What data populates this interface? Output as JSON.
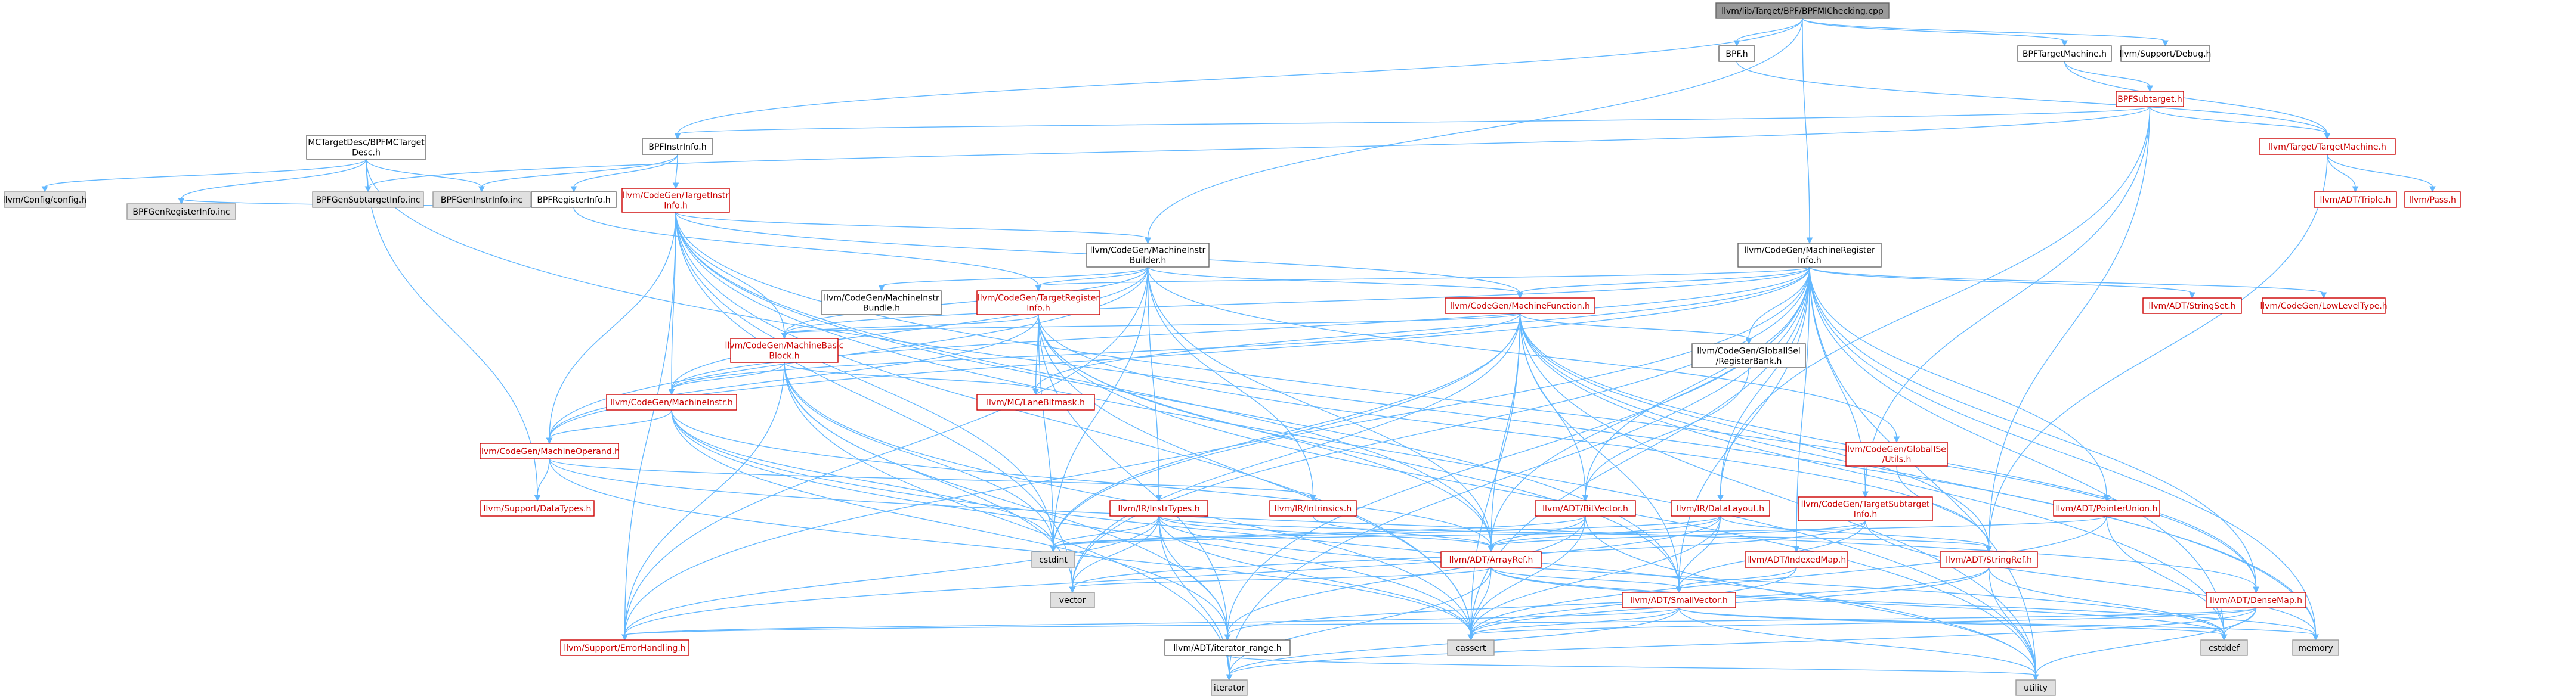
{
  "nodes": [
    {
      "id": "root",
      "label": [
        "llvm/lib/Target/BPF/BPFMIChecking.cpp"
      ],
      "style": "root"
    },
    {
      "id": "bpfh",
      "label": [
        "BPF.h"
      ],
      "style": "plain"
    },
    {
      "id": "bpftm",
      "label": [
        "BPFTargetMachine.h"
      ],
      "style": "plain"
    },
    {
      "id": "support_debug",
      "label": [
        "llvm/Support/Debug.h"
      ],
      "style": "plain"
    },
    {
      "id": "bpfsub",
      "label": [
        "BPFSubtarget.h"
      ],
      "style": "red"
    },
    {
      "id": "mcdesc",
      "label": [
        "MCTargetDesc/BPFMCTarget",
        "Desc.h"
      ],
      "style": "plain"
    },
    {
      "id": "instrinfo",
      "label": [
        "BPFInstrInfo.h"
      ],
      "style": "plain"
    },
    {
      "id": "target_tm",
      "label": [
        "llvm/Target/TargetMachine.h"
      ],
      "style": "red"
    },
    {
      "id": "config",
      "label": [
        "llvm/Config/config.h"
      ],
      "style": "grey"
    },
    {
      "id": "gensub",
      "label": [
        "BPFGenSubtargetInfo.inc"
      ],
      "style": "grey"
    },
    {
      "id": "geninstr",
      "label": [
        "BPFGenInstrInfo.inc"
      ],
      "style": "grey"
    },
    {
      "id": "reginfo",
      "label": [
        "BPFRegisterInfo.h"
      ],
      "style": "plain"
    },
    {
      "id": "tii",
      "label": [
        "llvm/CodeGen/TargetInstr",
        "Info.h"
      ],
      "style": "red"
    },
    {
      "id": "triple",
      "label": [
        "llvm/ADT/Triple.h"
      ],
      "style": "red"
    },
    {
      "id": "pass",
      "label": [
        "llvm/Pass.h"
      ],
      "style": "red"
    },
    {
      "id": "genreg",
      "label": [
        "BPFGenRegisterInfo.inc"
      ],
      "style": "grey"
    },
    {
      "id": "mib",
      "label": [
        "llvm/CodeGen/MachineInstr",
        "Builder.h"
      ],
      "style": "plain"
    },
    {
      "id": "mri",
      "label": [
        "llvm/CodeGen/MachineRegister",
        "Info.h"
      ],
      "style": "plain"
    },
    {
      "id": "mibundle",
      "label": [
        "llvm/CodeGen/MachineInstr",
        "Bundle.h"
      ],
      "style": "plain"
    },
    {
      "id": "tri",
      "label": [
        "llvm/CodeGen/TargetRegister",
        "Info.h"
      ],
      "style": "red"
    },
    {
      "id": "mf",
      "label": [
        "llvm/CodeGen/MachineFunction.h"
      ],
      "style": "red"
    },
    {
      "id": "stringset",
      "label": [
        "llvm/ADT/StringSet.h"
      ],
      "style": "red"
    },
    {
      "id": "llt",
      "label": [
        "llvm/CodeGen/LowLevelType.h"
      ],
      "style": "red"
    },
    {
      "id": "mbb",
      "label": [
        "llvm/CodeGen/MachineBasic",
        "Block.h"
      ],
      "style": "red"
    },
    {
      "id": "regbank",
      "label": [
        "llvm/CodeGen/GlobalISel",
        "/RegisterBank.h"
      ],
      "style": "plain"
    },
    {
      "id": "lanebitmask",
      "label": [
        "llvm/MC/LaneBitmask.h"
      ],
      "style": "red"
    },
    {
      "id": "mi",
      "label": [
        "llvm/CodeGen/MachineInstr.h"
      ],
      "style": "red"
    },
    {
      "id": "mo",
      "label": [
        "llvm/CodeGen/MachineOperand.h"
      ],
      "style": "red"
    },
    {
      "id": "giutils",
      "label": [
        "llvm/CodeGen/GlobalISel",
        "/Utils.h"
      ],
      "style": "red"
    },
    {
      "id": "datatypes",
      "label": [
        "llvm/Support/DataTypes.h"
      ],
      "style": "red"
    },
    {
      "id": "instrtypes",
      "label": [
        "llvm/IR/InstrTypes.h"
      ],
      "style": "red"
    },
    {
      "id": "intrinsics",
      "label": [
        "llvm/IR/Intrinsics.h"
      ],
      "style": "red"
    },
    {
      "id": "bitvector",
      "label": [
        "llvm/ADT/BitVector.h"
      ],
      "style": "red"
    },
    {
      "id": "datalayout",
      "label": [
        "llvm/IR/DataLayout.h"
      ],
      "style": "red"
    },
    {
      "id": "tsi",
      "label": [
        "llvm/CodeGen/TargetSubtarget",
        "Info.h"
      ],
      "style": "red"
    },
    {
      "id": "ptrunion",
      "label": [
        "llvm/ADT/PointerUnion.h"
      ],
      "style": "red"
    },
    {
      "id": "cstdint",
      "label": [
        "cstdint"
      ],
      "style": "grey"
    },
    {
      "id": "arrayref",
      "label": [
        "llvm/ADT/ArrayRef.h"
      ],
      "style": "red"
    },
    {
      "id": "indexedmap",
      "label": [
        "llvm/ADT/IndexedMap.h"
      ],
      "style": "red"
    },
    {
      "id": "stringref",
      "label": [
        "llvm/ADT/StringRef.h"
      ],
      "style": "red"
    },
    {
      "id": "vector",
      "label": [
        "vector"
      ],
      "style": "grey"
    },
    {
      "id": "smallvector",
      "label": [
        "llvm/ADT/SmallVector.h"
      ],
      "style": "red"
    },
    {
      "id": "densemap",
      "label": [
        "llvm/ADT/DenseMap.h"
      ],
      "style": "red"
    },
    {
      "id": "errorhandling",
      "label": [
        "llvm/Support/ErrorHandling.h"
      ],
      "style": "red"
    },
    {
      "id": "cassert",
      "label": [
        "cassert"
      ],
      "style": "grey"
    },
    {
      "id": "cstddef",
      "label": [
        "cstddef"
      ],
      "style": "grey"
    },
    {
      "id": "memory",
      "label": [
        "memory"
      ],
      "style": "grey"
    },
    {
      "id": "iterrange",
      "label": [
        "llvm/ADT/iterator_range.h"
      ],
      "style": "plain"
    },
    {
      "id": "iterator",
      "label": [
        "iterator"
      ],
      "style": "grey"
    },
    {
      "id": "utility",
      "label": [
        "utility"
      ],
      "style": "grey"
    }
  ],
  "edges": [
    [
      "root",
      "bpfh"
    ],
    [
      "root",
      "bpftm"
    ],
    [
      "root",
      "support_debug"
    ],
    [
      "root",
      "instrinfo"
    ],
    [
      "root",
      "mib"
    ],
    [
      "root",
      "mri"
    ],
    [
      "bpftm",
      "bpfsub"
    ],
    [
      "bpftm",
      "target_tm"
    ],
    [
      "bpfh",
      "target_tm"
    ],
    [
      "bpfsub",
      "instrinfo"
    ],
    [
      "bpfsub",
      "gensub"
    ],
    [
      "bpfsub",
      "tsi"
    ],
    [
      "bpfsub",
      "datalayout"
    ],
    [
      "bpfsub",
      "target_tm"
    ],
    [
      "bpfsub",
      "stringref"
    ],
    [
      "mcdesc",
      "config"
    ],
    [
      "mcdesc",
      "gensub"
    ],
    [
      "mcdesc",
      "geninstr"
    ],
    [
      "mcdesc",
      "genreg"
    ],
    [
      "mcdesc",
      "datatypes"
    ],
    [
      "mcdesc",
      "memory"
    ],
    [
      "instrinfo",
      "geninstr"
    ],
    [
      "instrinfo",
      "reginfo"
    ],
    [
      "instrinfo",
      "tii"
    ],
    [
      "target_tm",
      "triple"
    ],
    [
      "target_tm",
      "pass"
    ],
    [
      "target_tm",
      "stringref"
    ],
    [
      "reginfo",
      "genreg"
    ],
    [
      "reginfo",
      "tri"
    ],
    [
      "tii",
      "mib"
    ],
    [
      "tii",
      "mf"
    ],
    [
      "tii",
      "mbb"
    ],
    [
      "tii",
      "mi"
    ],
    [
      "tii",
      "mo"
    ],
    [
      "tii",
      "arrayref"
    ],
    [
      "tii",
      "densemap"
    ],
    [
      "tii",
      "cstdint"
    ],
    [
      "tii",
      "cassert"
    ],
    [
      "tii",
      "utility"
    ],
    [
      "tii",
      "errorhandling"
    ],
    [
      "tii",
      "vector"
    ],
    [
      "tii",
      "smallvector"
    ],
    [
      "mib",
      "mibundle"
    ],
    [
      "mib",
      "tri"
    ],
    [
      "mib",
      "mf"
    ],
    [
      "mib",
      "mbb"
    ],
    [
      "mib",
      "mi"
    ],
    [
      "mib",
      "mo"
    ],
    [
      "mib",
      "instrtypes"
    ],
    [
      "mib",
      "intrinsics"
    ],
    [
      "mib",
      "arrayref"
    ],
    [
      "mib",
      "cstdint"
    ],
    [
      "mib",
      "errorhandling"
    ],
    [
      "mib",
      "giutils"
    ],
    [
      "mri",
      "tri"
    ],
    [
      "mri",
      "mf"
    ],
    [
      "mri",
      "mbb"
    ],
    [
      "mri",
      "mo"
    ],
    [
      "mri",
      "lanebitmask"
    ],
    [
      "mri",
      "regbank"
    ],
    [
      "mri",
      "bitvector"
    ],
    [
      "mri",
      "tsi"
    ],
    [
      "mri",
      "arrayref"
    ],
    [
      "mri",
      "indexedmap"
    ],
    [
      "mri",
      "ptrunion"
    ],
    [
      "mri",
      "smallvector"
    ],
    [
      "mri",
      "stringset"
    ],
    [
      "mri",
      "llt"
    ],
    [
      "mri",
      "densemap"
    ],
    [
      "mri",
      "iterrange"
    ],
    [
      "mri",
      "cassert"
    ],
    [
      "mri",
      "cstddef"
    ],
    [
      "mri",
      "cstdint"
    ],
    [
      "mri",
      "memory"
    ],
    [
      "mri",
      "utility"
    ],
    [
      "mri",
      "vector"
    ],
    [
      "mri",
      "iterator"
    ],
    [
      "mri",
      "mi"
    ],
    [
      "mri",
      "datalayout"
    ],
    [
      "tri",
      "mbb"
    ],
    [
      "tri",
      "mo"
    ],
    [
      "tri",
      "lanebitmask"
    ],
    [
      "tri",
      "arrayref"
    ],
    [
      "tri",
      "smallvector"
    ],
    [
      "tri",
      "iterrange"
    ],
    [
      "tri",
      "cassert"
    ],
    [
      "tri",
      "cstdint"
    ],
    [
      "tri",
      "utility"
    ],
    [
      "tri",
      "stringref"
    ],
    [
      "mf",
      "mbb"
    ],
    [
      "mf",
      "mi"
    ],
    [
      "mf",
      "bitvector"
    ],
    [
      "mf",
      "arrayref"
    ],
    [
      "mf",
      "densemap"
    ],
    [
      "mf",
      "smallvector"
    ],
    [
      "mf",
      "errorhandling"
    ],
    [
      "mf",
      "cassert"
    ],
    [
      "mf",
      "cstddef"
    ],
    [
      "mf",
      "cstdint"
    ],
    [
      "mf",
      "memory"
    ],
    [
      "mf",
      "utility"
    ],
    [
      "mf",
      "vector"
    ],
    [
      "mf",
      "stringref"
    ],
    [
      "mf",
      "regbank"
    ],
    [
      "mbb",
      "mi"
    ],
    [
      "mbb",
      "lanebitmask"
    ],
    [
      "mbb",
      "iterrange"
    ],
    [
      "mbb",
      "cassert"
    ],
    [
      "mbb",
      "cstdint"
    ],
    [
      "mbb",
      "iterator"
    ],
    [
      "mbb",
      "vector"
    ],
    [
      "mbb",
      "errorhandling"
    ],
    [
      "mi",
      "mo"
    ],
    [
      "mi",
      "arrayref"
    ],
    [
      "mi",
      "iterrange"
    ],
    [
      "mi",
      "cassert"
    ],
    [
      "mi",
      "cstdint"
    ],
    [
      "mi",
      "utility"
    ],
    [
      "mo",
      "datatypes"
    ],
    [
      "mo",
      "intrinsics"
    ],
    [
      "mo",
      "cassert"
    ],
    [
      "mo",
      "densemap"
    ],
    [
      "regbank",
      "bitvector"
    ],
    [
      "giutils",
      "stringref"
    ],
    [
      "instrtypes",
      "arrayref"
    ],
    [
      "instrtypes",
      "iterrange"
    ],
    [
      "instrtypes",
      "stringref"
    ],
    [
      "instrtypes",
      "errorhandling"
    ],
    [
      "instrtypes",
      "cstdint"
    ],
    [
      "instrtypes",
      "vector"
    ],
    [
      "instrtypes",
      "iterator"
    ],
    [
      "instrtypes",
      "cassert"
    ],
    [
      "instrtypes",
      "cstddef"
    ],
    [
      "intrinsics",
      "arrayref"
    ],
    [
      "bitvector",
      "arrayref"
    ],
    [
      "bitvector",
      "iterrange"
    ],
    [
      "bitvector",
      "cstdint"
    ],
    [
      "bitvector",
      "utility"
    ],
    [
      "bitvector",
      "cassert"
    ],
    [
      "datalayout",
      "arrayref"
    ],
    [
      "datalayout",
      "smallvector"
    ],
    [
      "datalayout",
      "stringref"
    ],
    [
      "datalayout",
      "cassert"
    ],
    [
      "datalayout",
      "cstdint"
    ],
    [
      "datalayout",
      "errorhandling"
    ],
    [
      "tsi",
      "arrayref"
    ],
    [
      "tsi",
      "smallvector"
    ],
    [
      "tsi",
      "memory"
    ],
    [
      "tsi",
      "vector"
    ],
    [
      "ptrunion",
      "cassert"
    ],
    [
      "ptrunion",
      "cstddef"
    ],
    [
      "ptrunion",
      "cstdint"
    ],
    [
      "arrayref",
      "smallvector"
    ],
    [
      "arrayref",
      "cassert"
    ],
    [
      "arrayref",
      "cstddef"
    ],
    [
      "arrayref",
      "iterator"
    ],
    [
      "arrayref",
      "memory"
    ],
    [
      "arrayref",
      "vector"
    ],
    [
      "indexedmap",
      "smallvector"
    ],
    [
      "indexedmap",
      "cassert"
    ],
    [
      "stringref",
      "iterrange"
    ],
    [
      "stringref",
      "cassert"
    ],
    [
      "stringref",
      "cstddef"
    ],
    [
      "stringref",
      "utility"
    ],
    [
      "smallvector",
      "cassert"
    ],
    [
      "smallvector",
      "cstddef"
    ],
    [
      "smallvector",
      "iterator"
    ],
    [
      "smallvector",
      "memory"
    ],
    [
      "smallvector",
      "utility"
    ],
    [
      "smallvector",
      "errorhandling"
    ],
    [
      "densemap",
      "cassert"
    ],
    [
      "densemap",
      "cstddef"
    ],
    [
      "densemap",
      "iterator"
    ],
    [
      "densemap",
      "utility"
    ],
    [
      "densemap",
      "errorhandling"
    ],
    [
      "iterrange",
      "iterator"
    ],
    [
      "iterrange",
      "utility"
    ]
  ]
}
